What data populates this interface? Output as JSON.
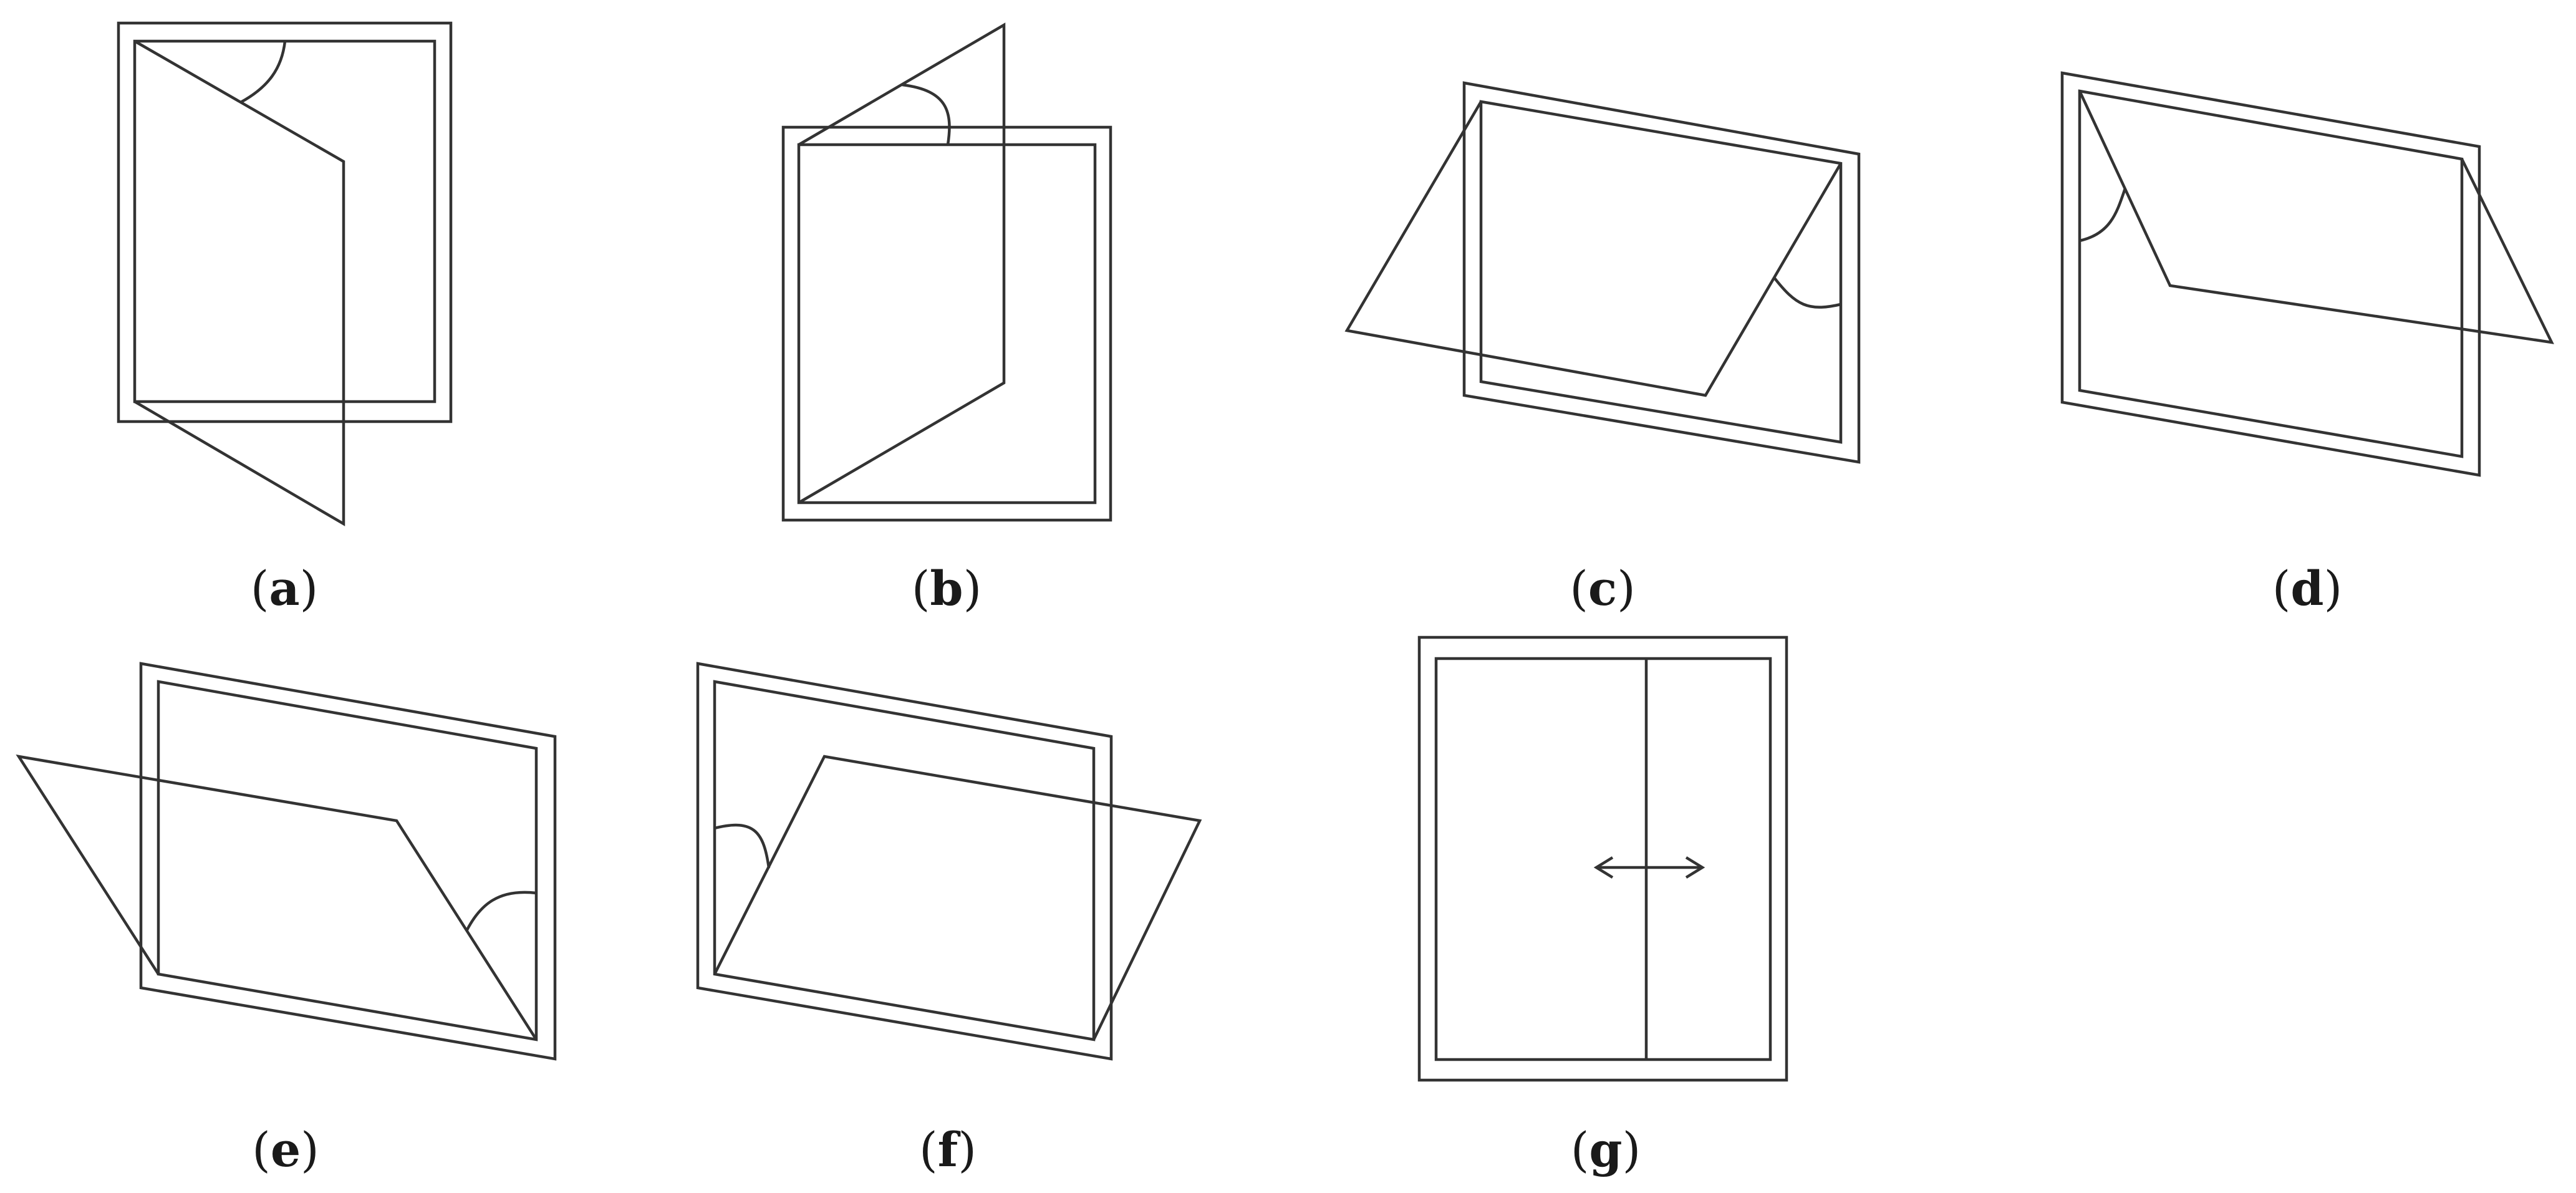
{
  "figure": {
    "stroke_color": "#333333",
    "background": "#ffffff",
    "panels": [
      {
        "id": "a",
        "label_open": "(",
        "label_letter": "a",
        "label_close": ")",
        "opening_type": "side-hung, sash swinging to the right"
      },
      {
        "id": "b",
        "label_open": "(",
        "label_letter": "b",
        "label_close": ")",
        "opening_type": "side-hung, sash swinging upward-right"
      },
      {
        "id": "c",
        "label_open": "(",
        "label_letter": "c",
        "label_close": ")",
        "opening_type": "top-hung, sash projecting left"
      },
      {
        "id": "d",
        "label_open": "(",
        "label_letter": "d",
        "label_close": ")",
        "opening_type": "top-hung, sash projecting right"
      },
      {
        "id": "e",
        "label_open": "(",
        "label_letter": "e",
        "label_close": ")",
        "opening_type": "bottom-hung, sash projecting left"
      },
      {
        "id": "f",
        "label_open": "(",
        "label_letter": "f",
        "label_close": ")",
        "opening_type": "bottom-hung, sash projecting right"
      },
      {
        "id": "g",
        "label_open": "(",
        "label_letter": "g",
        "label_close": ")",
        "opening_type": "sliding window"
      }
    ]
  }
}
